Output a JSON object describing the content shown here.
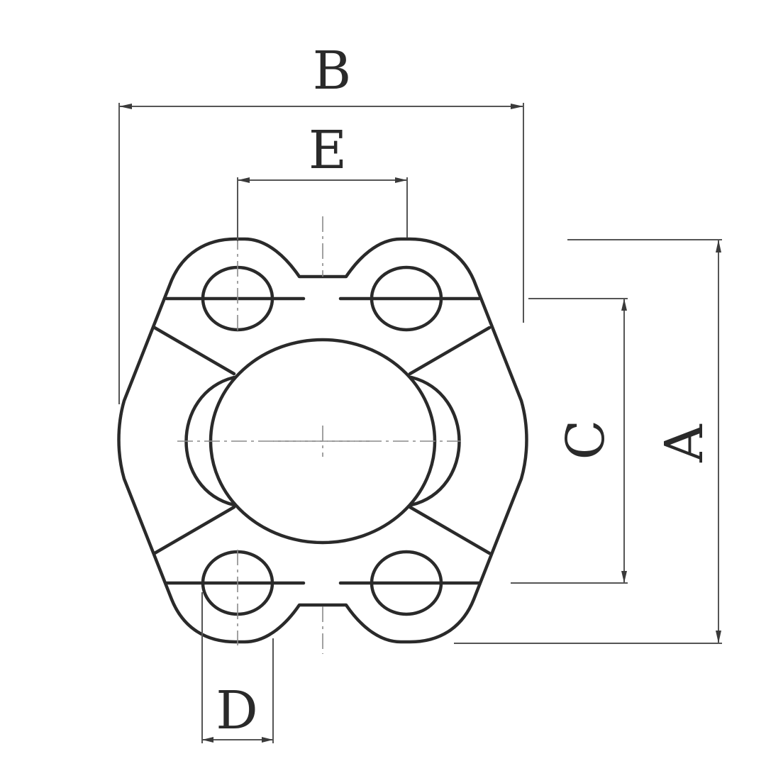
{
  "labels": {
    "A": "A",
    "B": "B",
    "C": "C",
    "D": "D",
    "E": "E"
  },
  "colors": {
    "line": "#2a2a2a",
    "background": "#ffffff"
  }
}
